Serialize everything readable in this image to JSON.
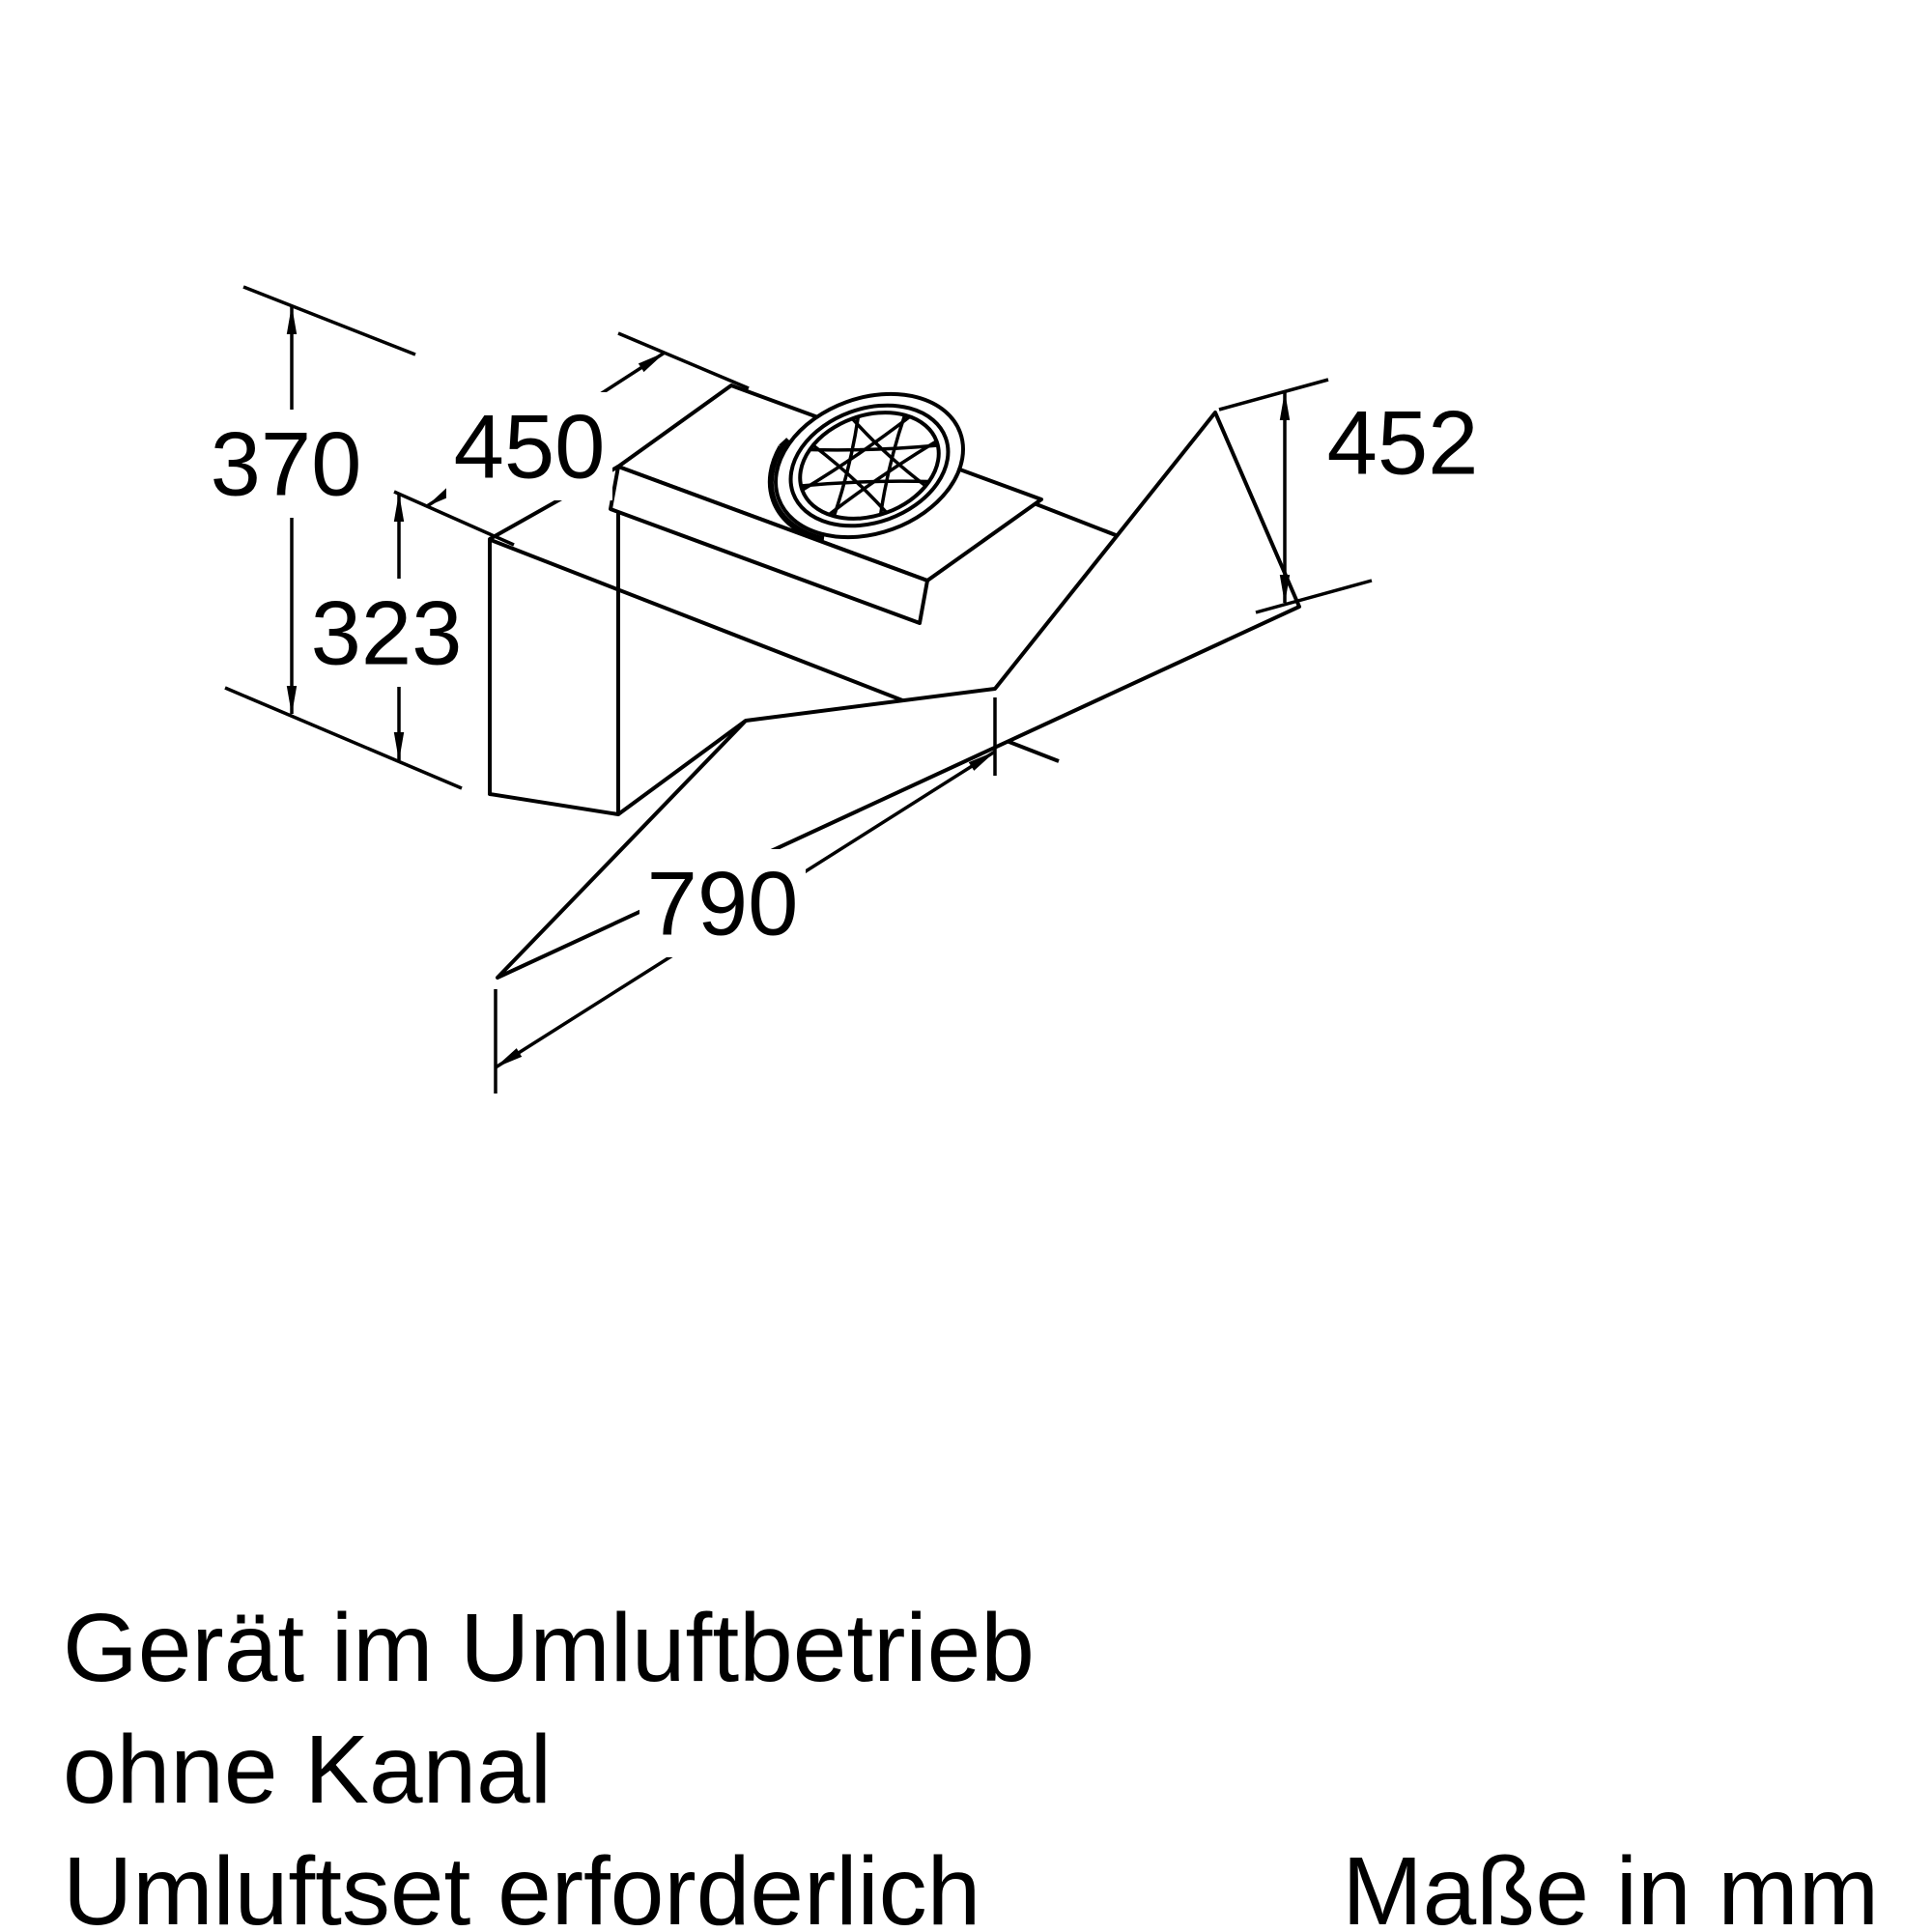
{
  "diagram": {
    "subject": "cooker-hood-dimension-drawing",
    "dimensions": {
      "chimney_height": "370",
      "chimney_width": "450",
      "body_height": "323",
      "hood_width": "790",
      "screen_height": "452"
    },
    "notes": [
      "Gerät im Umluftbetrieb",
      "ohne Kanal",
      "Umluftset erforderlich"
    ],
    "units_label": "Maße in mm",
    "colors": {
      "line": "#000000",
      "background": "#ffffff"
    }
  }
}
